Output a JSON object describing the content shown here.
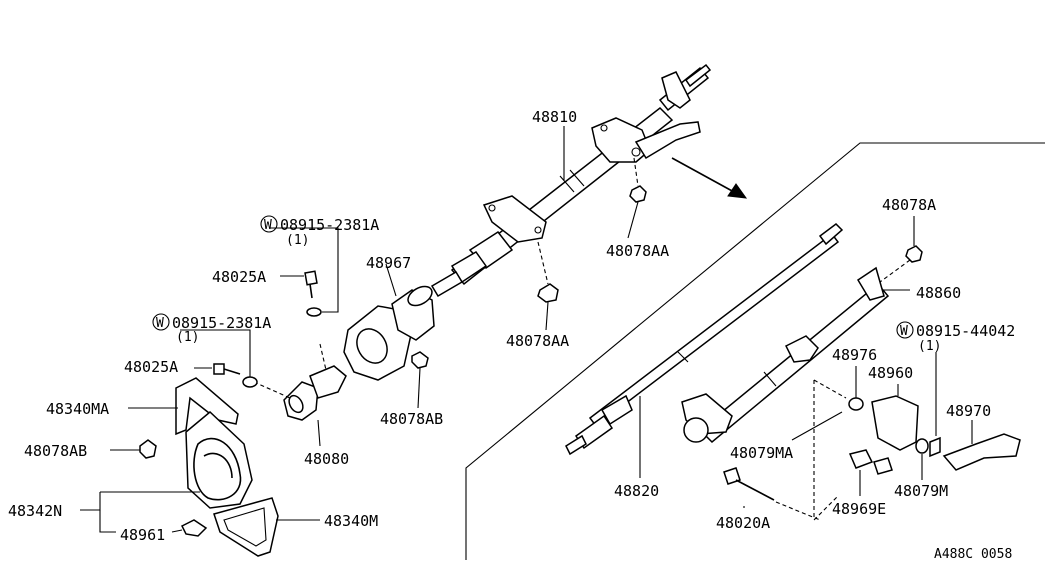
{
  "diagram_ref": "A488C 0058",
  "labels": {
    "p48810": "48810",
    "p48078AA_a": "48078AA",
    "p48078AA_b": "48078AA",
    "p48967": "48967",
    "p48025A_a": "48025A",
    "p48025A_b": "48025A",
    "w1_code": "08915-2381A",
    "w1_qty": "(1)",
    "w2_code": "08915-2381A",
    "w2_qty": "(1)",
    "p48078AB_a": "48078AB",
    "p48078AB_b": "48078AB",
    "p48340MA": "48340MA",
    "p48080": "48080",
    "p48342N": "48342N",
    "p48961": "48961",
    "p48340M": "48340M",
    "p48078A": "48078A",
    "p48860": "48860",
    "w3_code": "08915-44042",
    "w3_qty": "(1)",
    "p48976": "48976",
    "p48960": "48960",
    "p48970": "48970",
    "p48079MA": "48079MA",
    "p48079M": "48079M",
    "p48820": "48820",
    "p48969E": "48969E",
    "p48020A": "48020A",
    "washer_symbol": "W"
  }
}
